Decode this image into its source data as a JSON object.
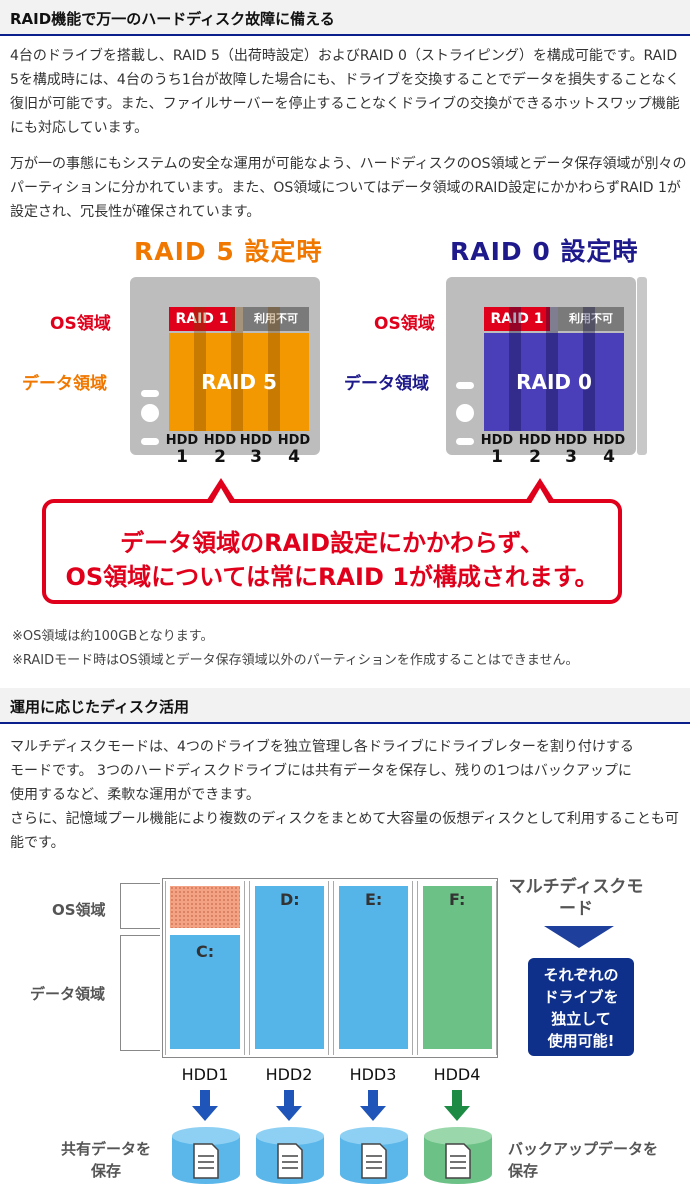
{
  "section1": {
    "title": "RAID機能で万一のハードディスク故障に備える",
    "para1": "4台のドライブを搭載し、RAID 5（出荷時設定）およびRAID 0（ストライピング）を構成可能です。RAID 5を構成時には、4台のうち1台が故障した場合にも、ドライブを交換することでデータを損失することなく復旧が可能です。また、ファイルサーバーを停止することなくドライブの交換ができるホットスワップ機能にも対応しています。",
    "para2": "万が一の事態にもシステムの安全な運用が可能なよう、ハードディスクのOS領域とデータ保存領域が別々のパーティションに分かれています。また、OS領域についてはデータ領域のRAID設定にかかわらずRAID 1が設定され、冗長性が確保されています。"
  },
  "raid_diagram": {
    "left": {
      "title": "RAID 5 設定時",
      "os_label": "OS領域",
      "data_label": "データ領域",
      "os_bar": "RAID 1",
      "unusable": "利用不可",
      "data_block": "RAID 5"
    },
    "right": {
      "title": "RAID 0 設定時",
      "os_label": "OS領域",
      "data_label": "データ領域",
      "os_bar": "RAID 1",
      "unusable": "利用不可",
      "data_block": "RAID 0"
    },
    "hdd_label": "HDD",
    "hdd_numbers": [
      "1",
      "2",
      "3",
      "4"
    ],
    "callout_line1": "データ領域のRAID設定にかかわらず、",
    "callout_line2": "OS領域については常にRAID 1が構成されます。",
    "colors": {
      "raid5": "#f39800",
      "raid0": "#4a3fb8",
      "red": "#e0001b",
      "navy": "#1f1a8c"
    }
  },
  "notes": [
    "※OS領域は約100GBとなります。",
    "※RAIDモード時はOS領域とデータ保存領域以外のパーティションを作成することはできません。"
  ],
  "section2": {
    "title": "運用に応じたディスク活用",
    "para1_line1": "マルチディスクモードは、4つのドライブを独立管理し各ドライブにドライブレターを割り付けする",
    "para1_line2": "モードです。 3つのハードディスクドライブには共有データを保存し、残りの1つはバックアップに",
    "para1_line3": "使用するなど、柔軟な運用ができます。",
    "para2": "さらに、記憶域プール機能により複数のディスクをまとめて大容量の仮想ディスクとして利用することも可能です。"
  },
  "multidisk_diagram": {
    "os_label": "OS領域",
    "data_label": "データ領域",
    "drives": [
      "C:",
      "D:",
      "E:",
      "F:"
    ],
    "hdds": [
      "HDD1",
      "HDD2",
      "HDD3",
      "HDD4"
    ],
    "mode_title": "マルチディスクモード",
    "badge_lines": [
      "それぞれの",
      "ドライブを",
      "独立して",
      "使用可能!"
    ],
    "shared_label_1": "共有データを",
    "shared_label_2": "保存",
    "backup_label_1": "バックアップデータを",
    "backup_label_2": "保存"
  }
}
